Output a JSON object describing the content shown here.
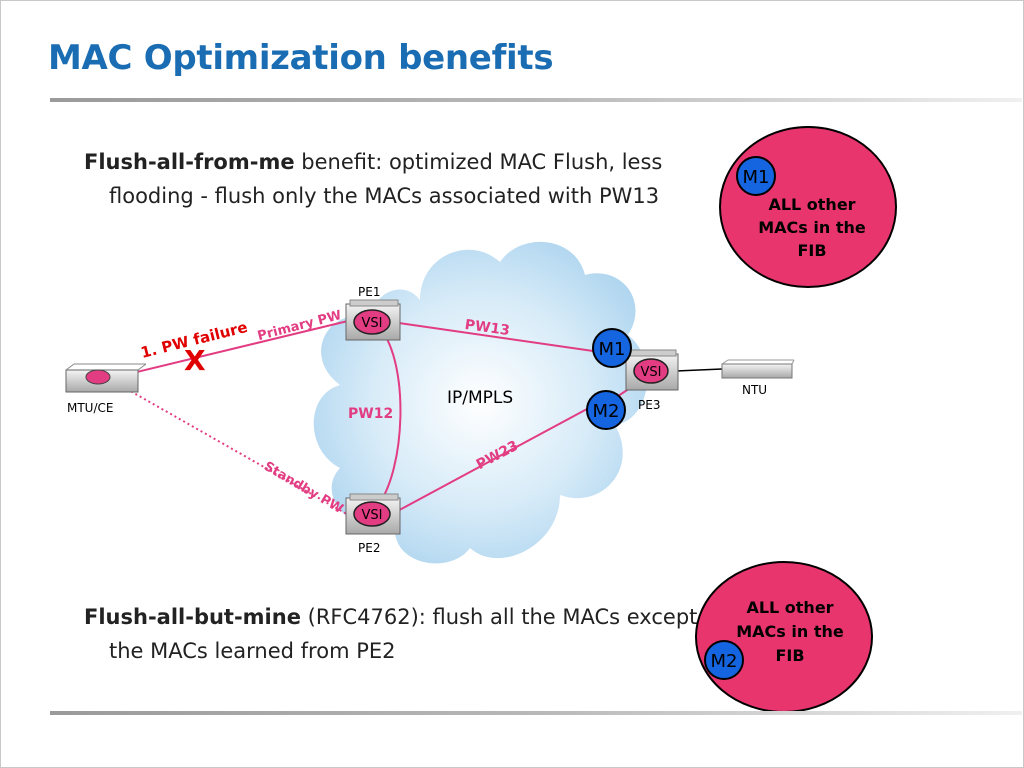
{
  "slide": {
    "title": "MAC Optimization benefits"
  },
  "paragraph1": {
    "bold": "Flush-all-from-me",
    "text": " benefit: optimized MAC Flush, less flooding - flush only the MACs associated with PW13"
  },
  "paragraph2": {
    "bold": "Flush-all-but-mine",
    "text": " (RFC4762): flush all the MACs except the MACs learned from PE2"
  },
  "diagram": {
    "cloud_label": "IP/MPLS",
    "nodes": {
      "pe1": "PE1",
      "pe2": "PE2",
      "pe3": "PE3",
      "mtu": "MTU/CE",
      "ntu": "NTU",
      "vsi": "VSI"
    },
    "links": {
      "primary_pw": "Primary PW",
      "standby_pw": "Standby PW",
      "pw12": "PW12",
      "pw13": "PW13",
      "pw23": "PW23"
    },
    "failure_label": "1. PW failure",
    "failure_mark": "X",
    "macs": {
      "m1": "M1",
      "m2": "M2"
    },
    "fib_top": [
      "ALL other",
      "MACs in the",
      "FIB"
    ],
    "fib_bottom": [
      "ALL other",
      "MACs in the",
      "FIB"
    ]
  },
  "colors": {
    "title": "#1a6db3",
    "pink": "#e8356e",
    "pw_line": "#e23c82",
    "mac_blue": "#1565e0",
    "failure_red": "#e00000",
    "cloud": "#b5d8f0"
  }
}
